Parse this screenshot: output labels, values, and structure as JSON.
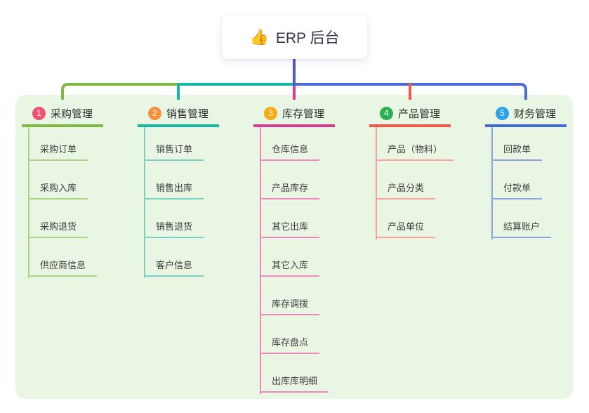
{
  "root": {
    "icon": "👍",
    "label": "ERP 后台"
  },
  "branches": [
    {
      "num": "1",
      "label": "采购管理",
      "badge_color": "#f2506e",
      "line_color": "#7cba41",
      "light_color": "#abd584",
      "children": [
        "采购订单",
        "采购入库",
        "采购退货",
        "供应商信息"
      ]
    },
    {
      "num": "2",
      "label": "销售管理",
      "badge_color": "#f6913d",
      "line_color": "#16b8a3",
      "light_color": "#7ad2c6",
      "children": [
        "销售订单",
        "销售出库",
        "销售退货",
        "客户信息"
      ]
    },
    {
      "num": "3",
      "label": "库存管理",
      "badge_color": "#f8ab13",
      "line_color": "#dd3990",
      "light_color": "#ee8ac0",
      "children": [
        "仓库信息",
        "产品库存",
        "其它出库",
        "其它入库",
        "库存调拨",
        "库存盘点",
        "出库库明细"
      ]
    },
    {
      "num": "4",
      "label": "产品管理",
      "badge_color": "#2cb351",
      "line_color": "#f4564a",
      "light_color": "#f9a29b",
      "children": [
        "产品（物料）",
        "产品分类",
        "产品单位"
      ]
    },
    {
      "num": "5",
      "label": "财务管理",
      "badge_color": "#2aa2e8",
      "line_color": "#3f69d6",
      "light_color": "#8ba3e4",
      "children": [
        "回款单",
        "付款单",
        "结算账户"
      ]
    }
  ],
  "colors": {
    "panel_bg": "#e9f6e3",
    "root_stem": "#5058cf",
    "blue_bus": "#4a6ad5"
  }
}
